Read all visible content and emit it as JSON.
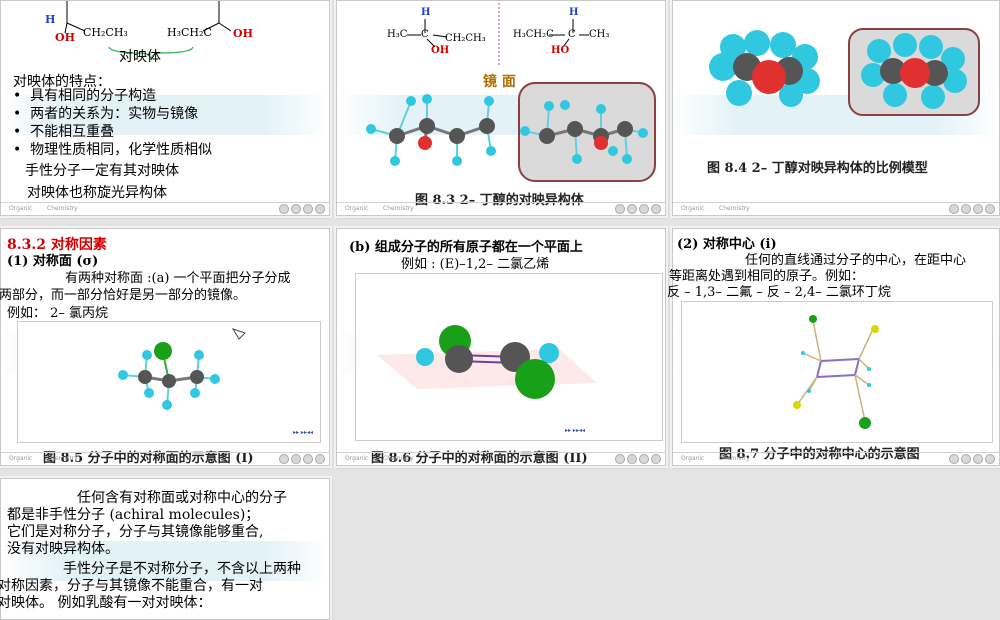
{
  "footer": {
    "label1": "Organic",
    "label2": "Chemistry"
  },
  "slide1": {
    "chem_left_h": "H",
    "chem_left_ch2": "CH₂CH₃",
    "chem_left_oh": "OH",
    "chem_right_ch2": "H₃CH₂C",
    "chem_right_oh": "OH",
    "enantiomer_label": "对映体",
    "features_title": "对映体的特点：",
    "bullets": [
      "具有相同的分子构造",
      "两者的关系为：实物与镜像",
      "不能相互重叠",
      "物理性质相同，化学性质相似"
    ],
    "note1": "手性分子一定有其对映体",
    "note2": "对映体也称旋光异构体"
  },
  "slide2": {
    "left_h": "H",
    "left_h3c": "H₃C",
    "left_c": "C",
    "left_ch2": "CH₂CH₃",
    "left_oh": "OH",
    "right_h": "H",
    "right_ch2": "H₃CH₂C",
    "right_c": "C",
    "right_ch3": "CH₃",
    "right_ho": "HO",
    "mirror_label": "镜 面",
    "caption": "图 8.3  2– 丁醇的对映异构体"
  },
  "slide3": {
    "caption": "图 8.4   2– 丁醇对映异构体的比例模型"
  },
  "slide4": {
    "title": "8.3.2  对称因素",
    "line1": "(1)  对称面   (σ)",
    "line2": "有两种对称面 :(a) 一个平面把分子分成",
    "line3": "两部分，而一部分恰好是另一部分的镜像。",
    "line4": "例如：  2– 氯丙烷",
    "caption": "图 8.5   分子中的对称面的示意图   (I)"
  },
  "slide5": {
    "line1": "(b)  组成分子的所有原子都在一个平面上",
    "line2": "例如 : (E)–1,2– 二氯乙烯",
    "caption": "图 8.6   分子中的对称面的示意图   (II)"
  },
  "slide6": {
    "line1": "(2)  对称中心 (i)",
    "line2": "任何的直线通过分子的中心，在距中心",
    "line3": "等距离处遇到相同的原子。例如：",
    "line4": "反 – 1,3– 二氟 – 反 – 2,4– 二氯环丁烷",
    "caption": "图 8.7   分子中的对称中心的示意图"
  },
  "slide7": {
    "line1": "任何含有对称面或对称中心的分子",
    "line2": "都是非手性分子 (achiral molecules)；",
    "line3": "它们是对称分子，分子与其镜像能够重合,",
    "line4": "没有对映异构体。",
    "line5": "手性分子是不对称分子，不含以上两种",
    "line6": "对称因素，分子与其镜像不能重合，有一对",
    "line7": "对映体。     例如乳酸有一对对映体："
  },
  "colors": {
    "oxygen": "#e03030",
    "carbon": "#555555",
    "hydrogen": "#30c8e0",
    "chlorine": "#20b020",
    "fluorine": "#c8d800",
    "title_red": "#d40000"
  }
}
